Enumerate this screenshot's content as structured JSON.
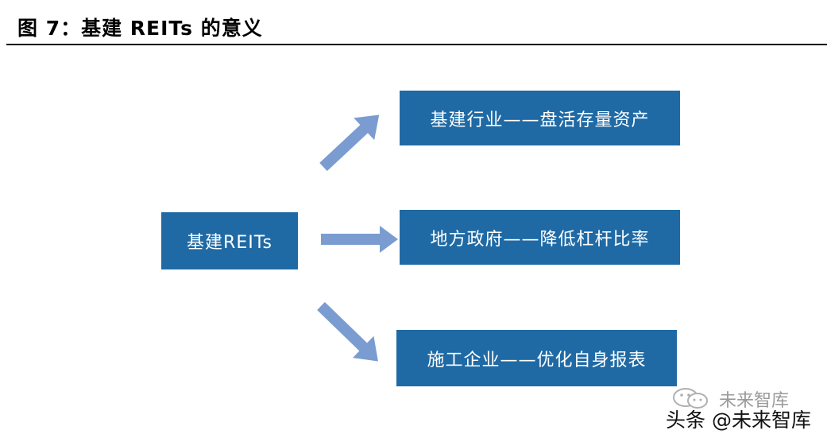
{
  "header": {
    "title": "图 7：基建 REITs 的意义"
  },
  "diagram": {
    "source": {
      "label": "基建REITs"
    },
    "targets": [
      {
        "label": "基建行业——盘活存量资产"
      },
      {
        "label": "地方政府——降低杠杆比率"
      },
      {
        "label": "施工企业——优化自身报表"
      }
    ],
    "colors": {
      "box_fill": "#1f6aa5",
      "arrow_fill": "#7a9cd0",
      "box_text": "#ffffff"
    }
  },
  "watermark": {
    "icon": "wechat-icon",
    "line1": "未来智库",
    "line2": "头条 @未来智库"
  }
}
